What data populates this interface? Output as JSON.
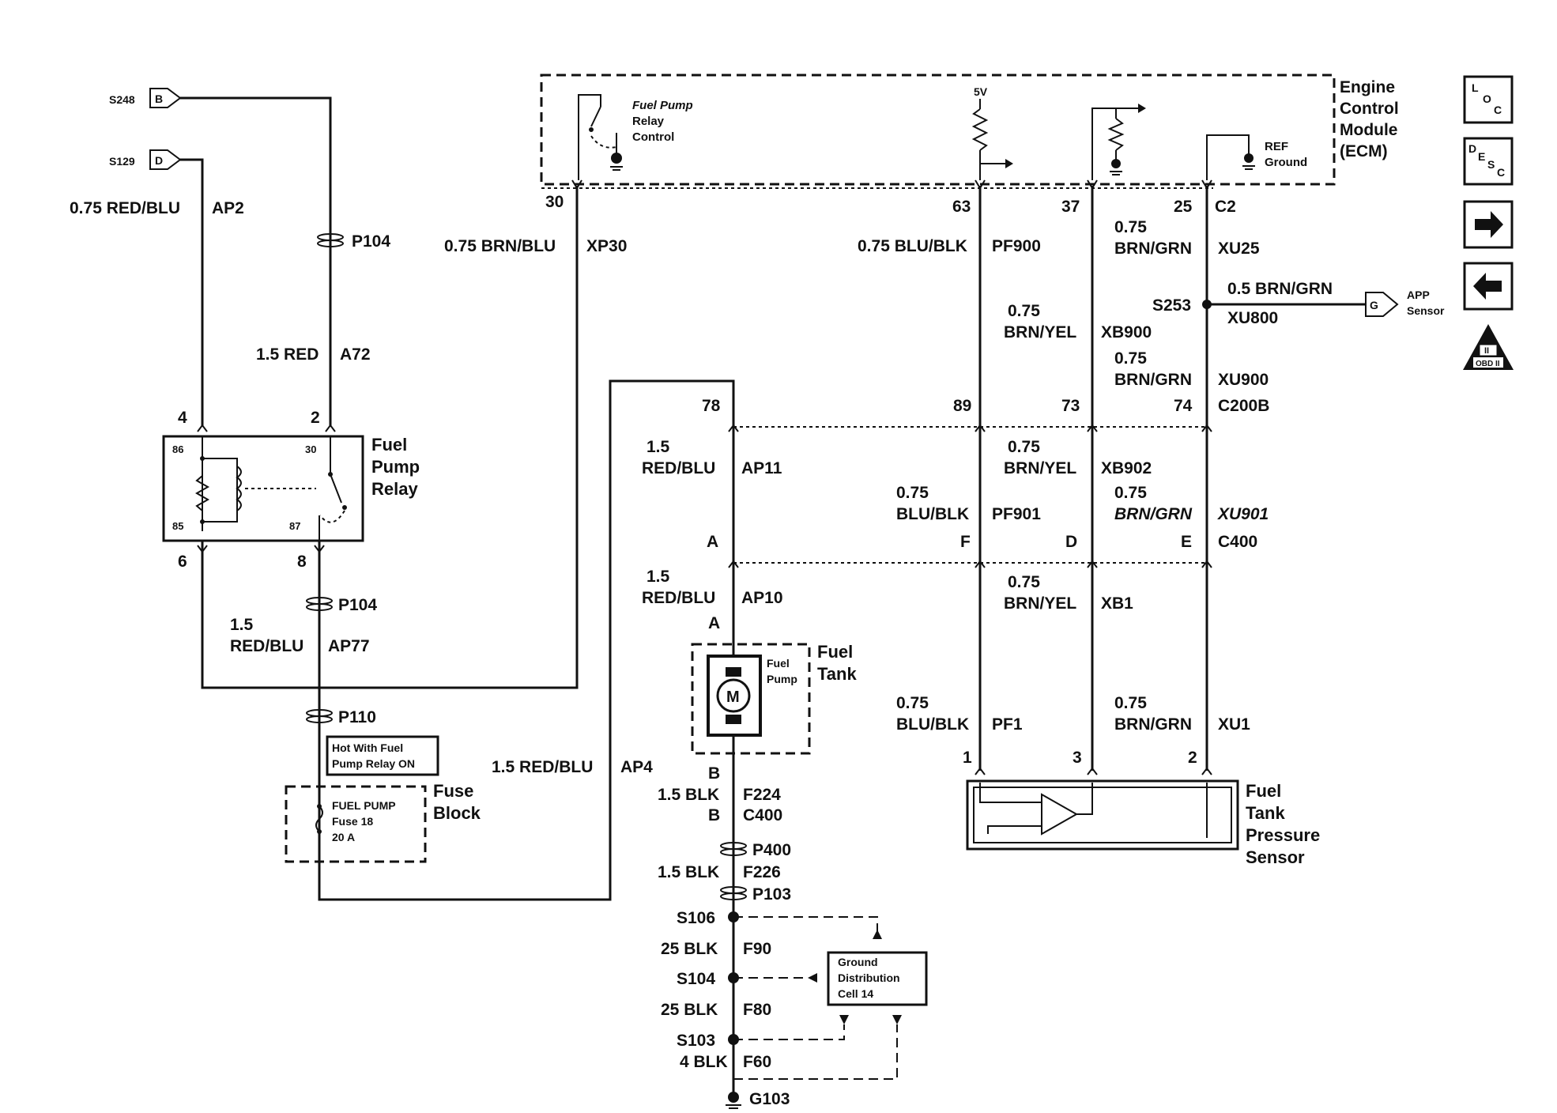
{
  "modules": {
    "ecm_lines": [
      "Engine",
      "Control",
      "Module",
      "(ECM)"
    ],
    "fuel_pump_relay_control": [
      "Fuel Pump",
      "Relay",
      "Control"
    ],
    "ecm_5v": "5V",
    "ref_ground": [
      "REF",
      "Ground"
    ],
    "relay_lines": [
      "Fuel",
      "Pump",
      "Relay"
    ],
    "fuse_block_lines": [
      "Fuse",
      "Block"
    ],
    "fuel_tank_lines": [
      "Fuel",
      "Tank"
    ],
    "fuel_pump_lines": [
      "Fuel",
      "Pump"
    ],
    "motor_letter": "M",
    "pressure_sensor_lines": [
      "Fuel",
      "Tank",
      "Pressure",
      "Sensor"
    ],
    "hot_with_lines": [
      "Hot With Fuel",
      "Pump Relay ON"
    ],
    "fuse_lines": [
      "FUEL PUMP",
      "Fuse 18",
      "20 A"
    ],
    "ground_dist_lines": [
      "Ground",
      "Distribution",
      "Cell 14"
    ],
    "app_sensor_lines": [
      "APP",
      "Sensor"
    ]
  },
  "refs": {
    "s248": "S248",
    "s248_letter": "B",
    "s129": "S129",
    "s129_letter": "D",
    "app_letter": "G"
  },
  "wires": {
    "ap2": "0.75 RED/BLU",
    "ap2_id": "AP2",
    "a72": "1.5 RED",
    "a72_id": "A72",
    "xp30": "0.75 BRN/BLU",
    "xp30_id": "XP30",
    "ap77_gauge": "1.5",
    "ap77_color": "RED/BLU",
    "ap77_id": "AP77",
    "ap4": "1.5 RED/BLU",
    "ap4_id": "AP4",
    "ap11_gauge": "1.5",
    "ap11_color": "RED/BLU",
    "ap11_id": "AP11",
    "ap10_gauge": "1.5",
    "ap10_color": "RED/BLU",
    "ap10_id": "AP10",
    "f224": "1.5 BLK",
    "f224_id": "F224",
    "f226": "1.5 BLK",
    "f226_id": "F226",
    "f90": "25 BLK",
    "f90_id": "F90",
    "f80": "25 BLK",
    "f80_id": "F80",
    "f60": "4 BLK",
    "f60_id": "F60",
    "pf900": "0.75 BLU/BLK",
    "pf900_id": "PF900",
    "pf901_gauge": "0.75",
    "pf901_color": "BLU/BLK",
    "pf901_id": "PF901",
    "pf1_gauge": "0.75",
    "pf1_color": "BLU/BLK",
    "pf1_id": "PF1",
    "xb900_gauge": "0.75",
    "xb900_color": "BRN/YEL",
    "xb900_id": "XB900",
    "xb902_gauge": "0.75",
    "xb902_color": "BRN/YEL",
    "xb902_id": "XB902",
    "xb1_gauge": "0.75",
    "xb1_color": "BRN/YEL",
    "xb1_id": "XB1",
    "xu25_gauge": "0.75",
    "xu25_color": "BRN/GRN",
    "xu25_id": "XU25",
    "xu800": "0.5 BRN/GRN",
    "xu800_id": "XU800",
    "xu900_gauge": "0.75",
    "xu900_color": "BRN/GRN",
    "xu900_id": "XU900",
    "xu901_gauge": "0.75",
    "xu901_color": "BRN/GRN",
    "xu901_id": "XU901",
    "xu1_gauge": "0.75",
    "xu1_color": "BRN/GRN",
    "xu1_id": "XU1"
  },
  "connectors": {
    "p104": "P104",
    "p110": "P110",
    "p400": "P400",
    "p103": "P103",
    "c2": "C2",
    "c200b": "C200B",
    "c400": "C400",
    "c400_b": "C400",
    "g103": "G103"
  },
  "splices": {
    "s253": "S253",
    "s106": "S106",
    "s104": "S104",
    "s103": "S103"
  },
  "pins": {
    "relay_4": "4",
    "relay_2": "2",
    "relay_6": "6",
    "relay_8": "8",
    "relay_86": "86",
    "relay_85": "85",
    "relay_30": "30",
    "relay_87": "87",
    "ecm_30": "30",
    "ecm_63": "63",
    "ecm_37": "37",
    "ecm_25": "25",
    "c200b_78": "78",
    "c200b_89": "89",
    "c200b_73": "73",
    "c200b_74": "74",
    "c400_a": "A",
    "c400_f": "F",
    "c400_d": "D",
    "c400_e": "E",
    "pump_a": "A",
    "pump_b": "B",
    "f224_b": "B",
    "sensor_1": "1",
    "sensor_3": "3",
    "sensor_2": "2"
  },
  "sidebar": {
    "loc": [
      "L",
      "O",
      "C"
    ],
    "desc": [
      "D",
      "E",
      "S",
      "C"
    ],
    "next_icon": "right-arrow-icon",
    "prev_icon": "left-arrow-icon",
    "obd": "OBD II",
    "obd_numeral": "II"
  }
}
